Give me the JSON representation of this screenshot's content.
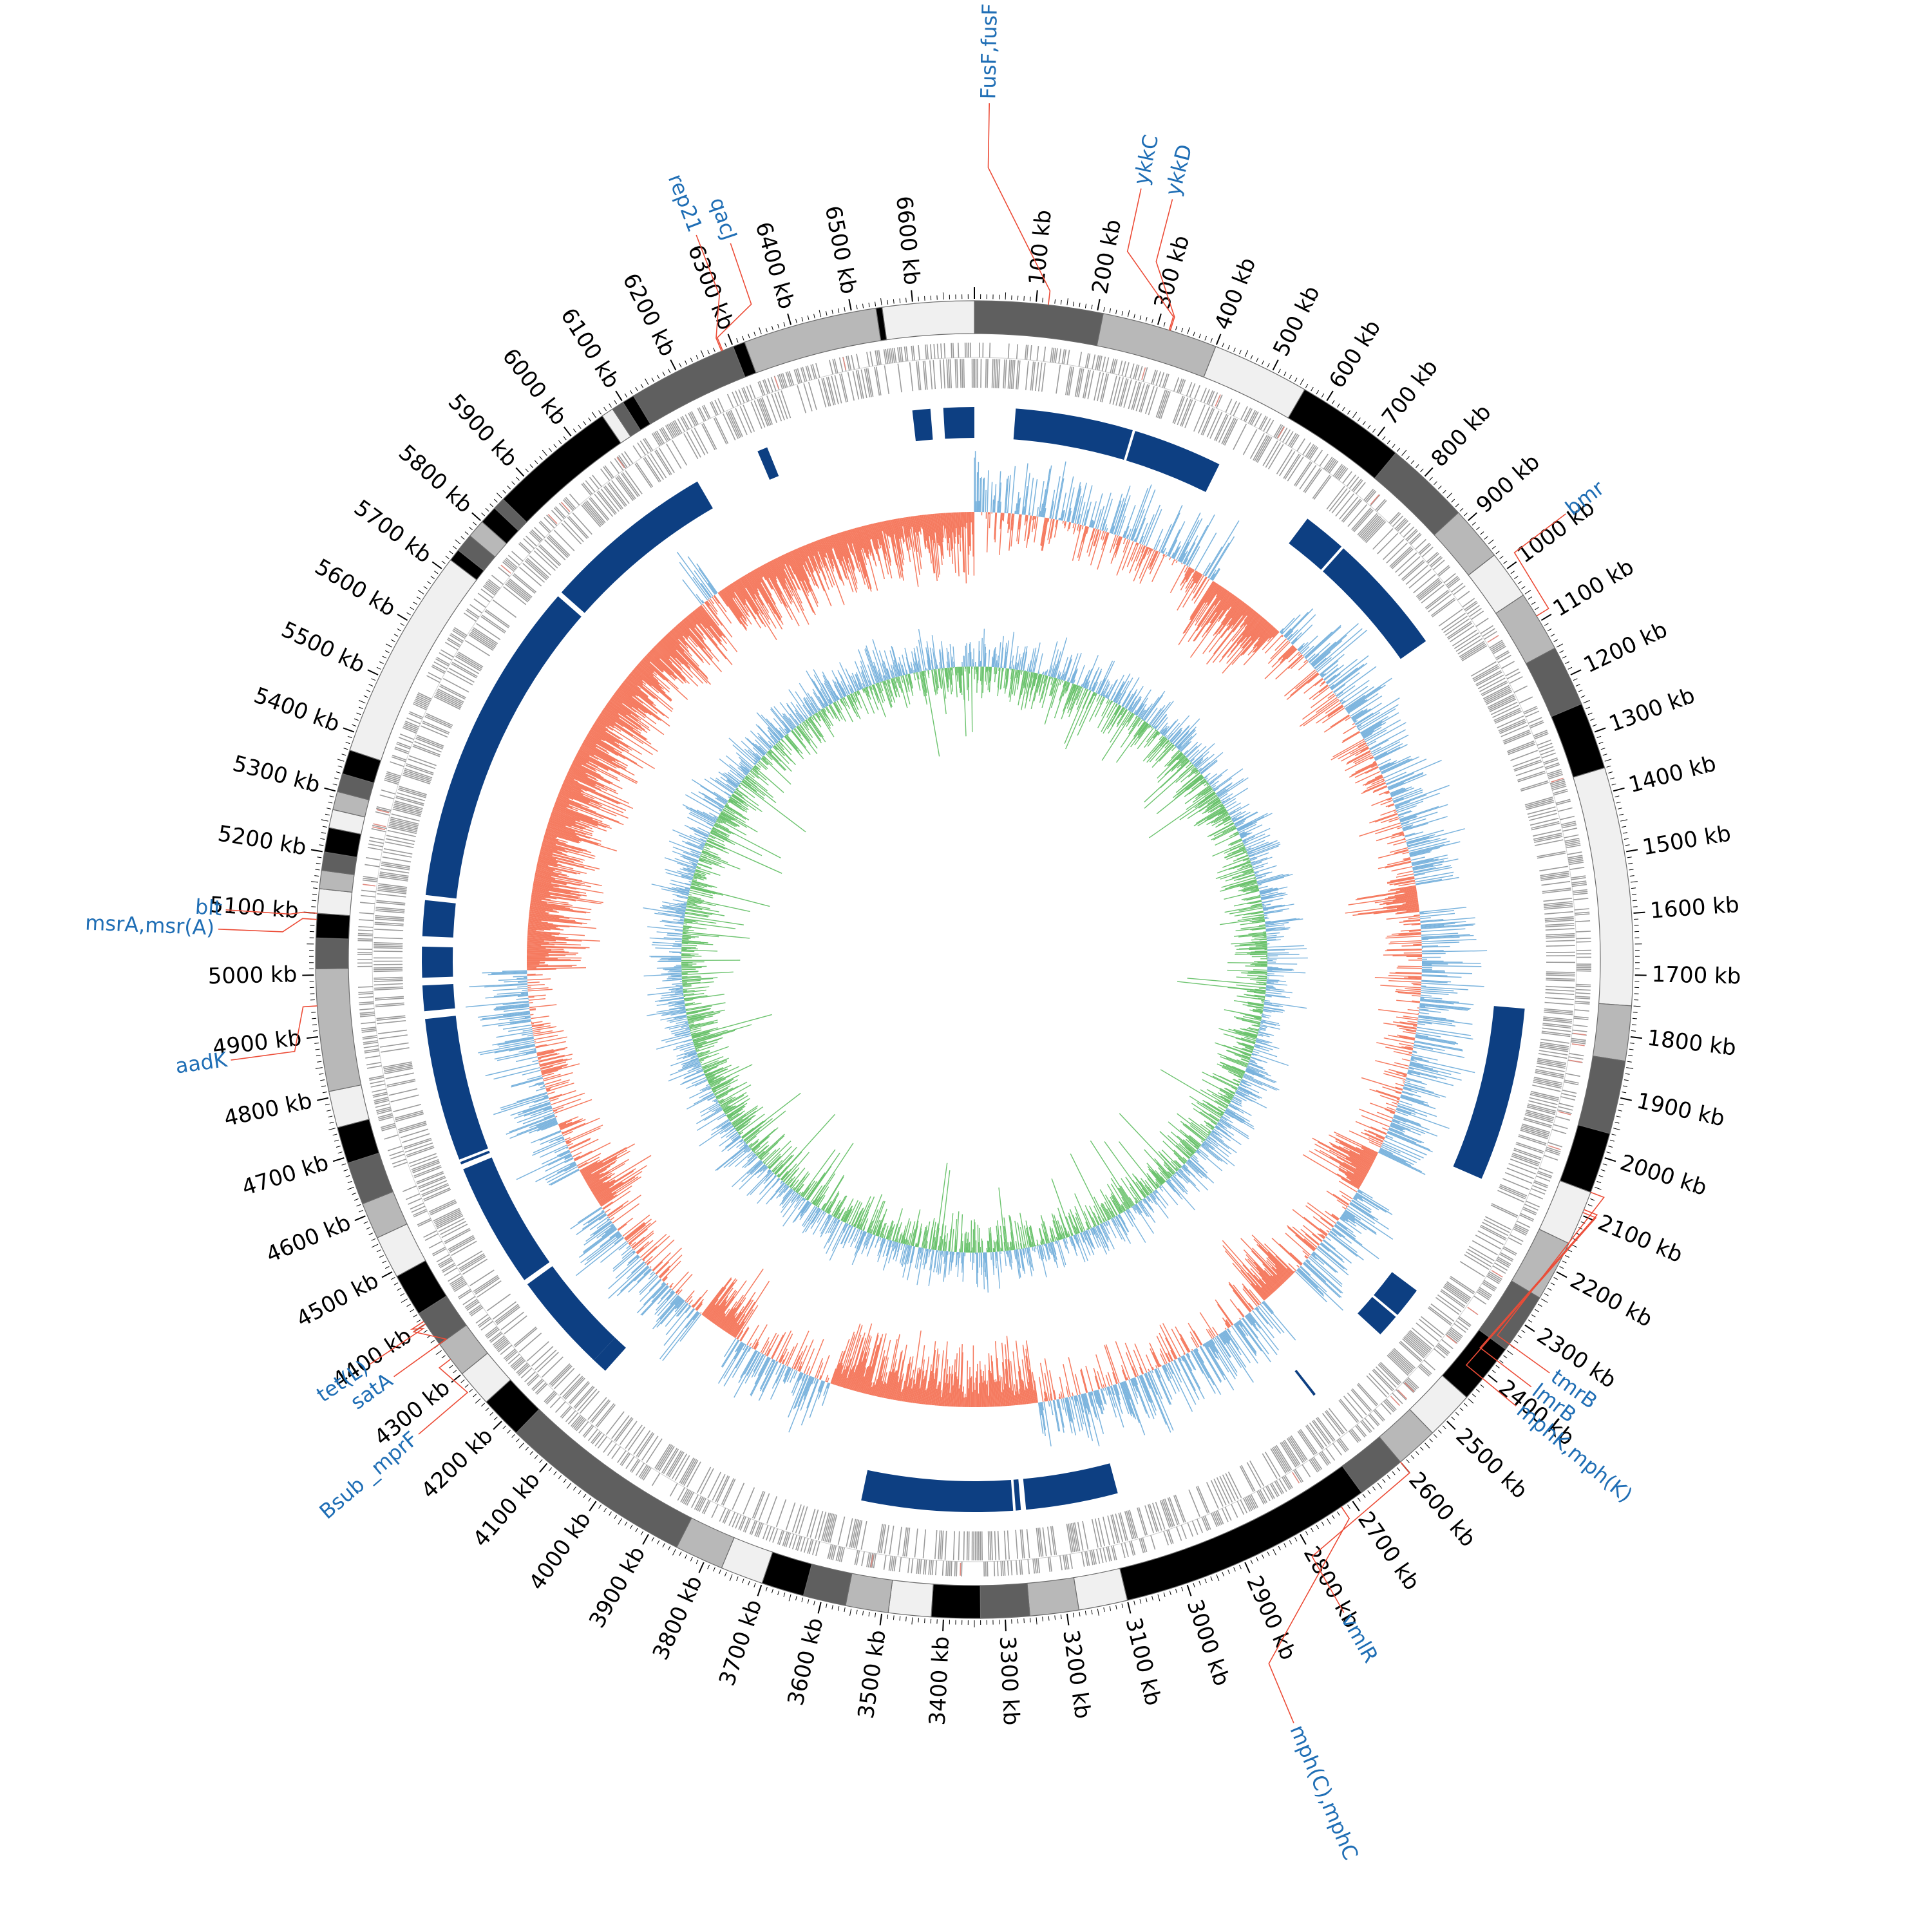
{
  "genome": {
    "total_kb": 6700,
    "tick_labels": [
      "100 kb",
      "200 kb",
      "300 kb",
      "400 kb",
      "500 kb",
      "600 kb",
      "700 kb",
      "800 kb",
      "900 kb",
      "1000 kb",
      "1100 kb",
      "1200 kb",
      "1300 kb",
      "1400 kb",
      "1500 kb",
      "1600 kb",
      "1700 kb",
      "1800 kb",
      "1900 kb",
      "2000 kb",
      "2100 kb",
      "2200 kb",
      "2300 kb",
      "2400 kb",
      "2500 kb",
      "2600 kb",
      "2700 kb",
      "2800 kb",
      "2900 kb",
      "3000 kb",
      "3100 kb",
      "3200 kb",
      "3300 kb",
      "3400 kb",
      "3500 kb",
      "3600 kb",
      "3700 kb",
      "3800 kb",
      "3900 kb",
      "4000 kb",
      "4100 kb",
      "4200 kb",
      "4300 kb",
      "4400 kb",
      "4500 kb",
      "4600 kb",
      "4700 kb",
      "4800 kb",
      "4900 kb",
      "5000 kb",
      "5100 kb",
      "5200 kb",
      "5300 kb",
      "5400 kb",
      "5500 kb",
      "5600 kb",
      "5700 kb",
      "5800 kb",
      "5900 kb",
      "6000 kb",
      "6100 kb",
      "6200 kb",
      "6300 kb",
      "6400 kb",
      "6500 kb",
      "6600 kb"
    ]
  },
  "contigs": [
    [
      0,
      210,
      "#5f5f5f"
    ],
    [
      210,
      400,
      "#b8b8b8"
    ],
    [
      400,
      560,
      "#f0f0f0"
    ],
    [
      560,
      740,
      "#000000"
    ],
    [
      740,
      880,
      "#5f5f5f"
    ],
    [
      880,
      970,
      "#b8b8b8"
    ],
    [
      970,
      1050,
      "#f0f0f0"
    ],
    [
      1050,
      1150,
      "#b8b8b8"
    ],
    [
      1150,
      1250,
      "#5f5f5f"
    ],
    [
      1250,
      1360,
      "#000000"
    ],
    [
      1360,
      1750,
      "#f0f0f0"
    ],
    [
      1750,
      1840,
      "#b8b8b8"
    ],
    [
      1840,
      1960,
      "#5f5f5f"
    ],
    [
      1960,
      2060,
      "#000000"
    ],
    [
      2060,
      2150,
      "#f0f0f0"
    ],
    [
      2150,
      2250,
      "#b8b8b8"
    ],
    [
      2250,
      2350,
      "#5f5f5f"
    ],
    [
      2350,
      2450,
      "#000000"
    ],
    [
      2450,
      2530,
      "#f0f0f0"
    ],
    [
      2530,
      2600,
      "#b8b8b8"
    ],
    [
      2600,
      2680,
      "#5f5f5f"
    ],
    [
      2680,
      3100,
      "#000000"
    ],
    [
      3100,
      3180,
      "#f0f0f0"
    ],
    [
      3180,
      3260,
      "#b8b8b8"
    ],
    [
      3260,
      3340,
      "#5f5f5f"
    ],
    [
      3340,
      3420,
      "#000000"
    ],
    [
      3420,
      3490,
      "#f0f0f0"
    ],
    [
      3490,
      3560,
      "#b8b8b8"
    ],
    [
      3560,
      3630,
      "#5f5f5f"
    ],
    [
      3630,
      3700,
      "#000000"
    ],
    [
      3700,
      3770,
      "#f0f0f0"
    ],
    [
      3770,
      3850,
      "#b8b8b8"
    ],
    [
      3850,
      4170,
      "#5f5f5f"
    ],
    [
      4170,
      4240,
      "#000000"
    ],
    [
      4240,
      4300,
      "#f0f0f0"
    ],
    [
      4300,
      4360,
      "#b8b8b8"
    ],
    [
      4360,
      4420,
      "#5f5f5f"
    ],
    [
      4420,
      4490,
      "#000000"
    ],
    [
      4490,
      4560,
      "#f0f0f0"
    ],
    [
      4560,
      4620,
      "#b8b8b8"
    ],
    [
      4620,
      4690,
      "#5f5f5f"
    ],
    [
      4690,
      4750,
      "#000000"
    ],
    [
      4750,
      4810,
      "#f0f0f0"
    ],
    [
      4810,
      5010,
      "#b8b8b8"
    ],
    [
      5010,
      5060,
      "#5f5f5f"
    ],
    [
      5060,
      5100,
      "#000000"
    ],
    [
      5100,
      5140,
      "#f0f0f0"
    ],
    [
      5140,
      5170,
      "#b8b8b8"
    ],
    [
      5170,
      5200,
      "#5f5f5f"
    ],
    [
      5200,
      5240,
      "#000000"
    ],
    [
      5240,
      5270,
      "#f0f0f0"
    ],
    [
      5270,
      5300,
      "#b8b8b8"
    ],
    [
      5300,
      5330,
      "#5f5f5f"
    ],
    [
      5330,
      5370,
      "#000000"
    ],
    [
      5370,
      5720,
      "#f0f0f0"
    ],
    [
      5720,
      5740,
      "#000000"
    ],
    [
      5740,
      5770,
      "#5f5f5f"
    ],
    [
      5770,
      5800,
      "#b8b8b8"
    ],
    [
      5800,
      5830,
      "#000000"
    ],
    [
      5830,
      5850,
      "#5f5f5f"
    ],
    [
      5850,
      6060,
      "#000000"
    ],
    [
      6060,
      6080,
      "#f0f0f0"
    ],
    [
      6080,
      6100,
      "#5f5f5f"
    ],
    [
      6100,
      6120,
      "#000000"
    ],
    [
      6120,
      6300,
      "#5f5f5f"
    ],
    [
      6300,
      6320,
      "#000000"
    ],
    [
      6320,
      6540,
      "#b8b8b8"
    ],
    [
      6540,
      6550,
      "#000000"
    ],
    [
      6550,
      6700,
      "#f0f0f0"
    ]
  ],
  "blocks": [
    [
      6580,
      6615
    ],
    [
      6640,
      6700
    ],
    [
      80,
      310
    ],
    [
      315,
      490
    ],
    [
      690,
      775
    ],
    [
      780,
      1020
    ],
    [
      1770,
      2110
    ],
    [
      2360,
      2420
    ],
    [
      2425,
      2470
    ],
    [
      2640,
      2645
    ],
    [
      3070,
      3250
    ],
    [
      3260,
      3270
    ],
    [
      3275,
      3570
    ],
    [
      4130,
      4160
    ],
    [
      4160,
      4355
    ],
    [
      4365,
      4610
    ],
    [
      4620,
      4625
    ],
    [
      4630,
      4910
    ],
    [
      4925,
      4975
    ],
    [
      4990,
      5050
    ],
    [
      5070,
      5140
    ],
    [
      5150,
      5790
    ],
    [
      5800,
      6140
    ],
    [
      6270,
      6290
    ]
  ],
  "genes": [
    {
      "name": "FusF,fusF",
      "pos": 120,
      "label_angle": 1.0,
      "label_radius": 1330,
      "anchor": "start",
      "color": "#1f6eb5"
    },
    {
      "name": "ykkC",
      "pos": 320,
      "label_angle": 12.2,
      "label_radius": 1225,
      "anchor": "start",
      "color": "#1f6eb5"
    },
    {
      "name": "ykkD",
      "pos": 322,
      "label_angle": 14.6,
      "label_radius": 1220,
      "anchor": "start",
      "color": "#1f6eb5"
    },
    {
      "name": "bmr",
      "pos": 1090,
      "label_angle": 53.0,
      "label_radius": 1150,
      "anchor": "start",
      "color": "#1f6eb5"
    },
    {
      "name": "tmrB",
      "pos": 2060,
      "label_angle": 125.7,
      "label_radius": 1100,
      "anchor": "start",
      "color": "#1f6eb5"
    },
    {
      "name": "lmrB",
      "pos": 2090,
      "label_angle": 127.5,
      "label_radius": 1090,
      "anchor": "start",
      "color": "#1f6eb5"
    },
    {
      "name": "mphK,mph(K)",
      "pos": 2095,
      "label_angle": 129.5,
      "label_radius": 1090,
      "anchor": "start",
      "color": "#1f6eb5"
    },
    {
      "name": "vmlR",
      "pos": 2600,
      "label_angle": 150.5,
      "label_radius": 1165,
      "anchor": "start",
      "color": "#1f6eb5"
    },
    {
      "name": "mph(C),mphC",
      "pos": 2720,
      "label_angle": 157.3,
      "label_radius": 1285,
      "anchor": "start",
      "color": "#1f6eb5"
    },
    {
      "name": "Bsub _mprF",
      "pos": 4330,
      "label_angle": 229.5,
      "label_radius": 1135,
      "anchor": "end",
      "color": "#1f6eb5"
    },
    {
      "name": "satA",
      "pos": 4400,
      "label_angle": 234.3,
      "label_radius": 1110,
      "anchor": "end",
      "color": "#1f6eb5"
    },
    {
      "name": "tet(L)",
      "pos": 4405,
      "label_angle": 236.2,
      "label_radius": 1130,
      "anchor": "end",
      "color": "#1f6eb5"
    },
    {
      "name": "aadK",
      "pos": 4950,
      "label_angle": 262.3,
      "label_radius": 1165,
      "anchor": "end",
      "color": "#1f6eb5"
    },
    {
      "name": "msrA,msr(A)",
      "pos": 5090,
      "label_angle": 272.3,
      "label_radius": 1175,
      "anchor": "end",
      "color": "#1f6eb5"
    },
    {
      "name": "blt",
      "pos": 5100,
      "label_angle": 273.8,
      "label_radius": 1165,
      "anchor": "end",
      "color": "#1f6eb5"
    },
    {
      "name": "rep21",
      "pos": 6280,
      "label_angle": 339.0,
      "label_radius": 1205,
      "anchor": "end",
      "color": "#1f6eb5"
    },
    {
      "name": "qacJ",
      "pos": 6282,
      "label_angle": 341.2,
      "label_radius": 1175,
      "anchor": "end",
      "color": "#1f6eb5"
    }
  ],
  "colors": {
    "ideogram_outline": "#6b6b6b",
    "feature_track": "#9a9a9a",
    "block": "#0d3f82",
    "gc_above": "#7ab3dd",
    "gc_below": "#f57a5f",
    "skew_above": "#7ab3dd",
    "skew_below": "#6cc36e",
    "leader": "#ec4b36",
    "gene_label": "#1f6eb5"
  }
}
